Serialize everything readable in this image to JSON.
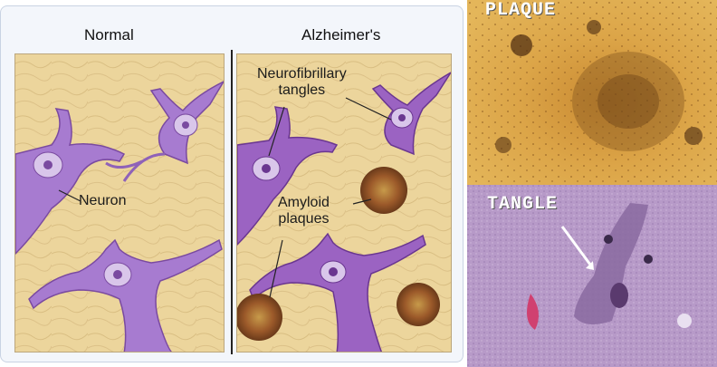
{
  "panels": {
    "normal": {
      "title": "Normal",
      "neuron_label": "Neuron"
    },
    "alzheimers": {
      "title": "Alzheimer's",
      "tangles_label_line1": "Neurofibrillary",
      "tangles_label_line2": "tangles",
      "plaques_label_line1": "Amyloid",
      "plaques_label_line2": "plaques"
    }
  },
  "micrographs": {
    "plaque": {
      "label": "PLAQUE"
    },
    "tangle": {
      "label": "TANGLE"
    }
  },
  "colors": {
    "tissue": "#e9cf92",
    "neuron": "#a77bd0",
    "neuron_dark": "#7a4aa0",
    "plaque_micro": "#d9a03a",
    "tangle_micro": "#b9a0c9"
  }
}
